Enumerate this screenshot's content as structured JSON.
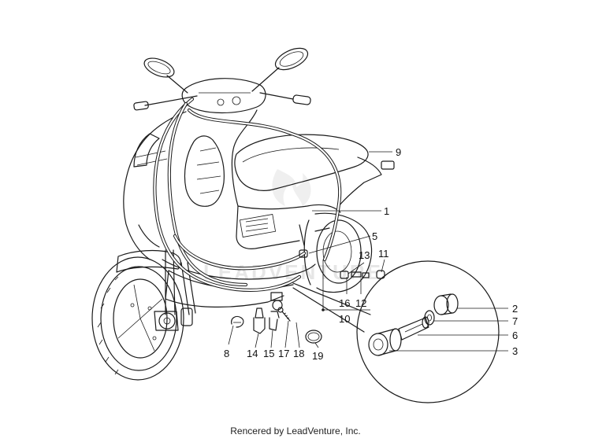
{
  "footer": "Rencered by LeadVenture, Inc.",
  "watermark": "LEADVENTURE",
  "callouts": {
    "c1": "1",
    "c2": "2",
    "c3": "3",
    "c4": "5",
    "c5": "6",
    "c6": "7",
    "c7": "8",
    "c8": "9",
    "c9": "10",
    "c10": "11",
    "c11": "12",
    "c12": "13",
    "c13": "14",
    "c14": "15",
    "c15": "16",
    "c16": "17",
    "c17": "18",
    "c18": "19"
  },
  "colors": {
    "line": "#1a1a1a",
    "background": "#ffffff",
    "watermark": "#e6e6e6"
  }
}
